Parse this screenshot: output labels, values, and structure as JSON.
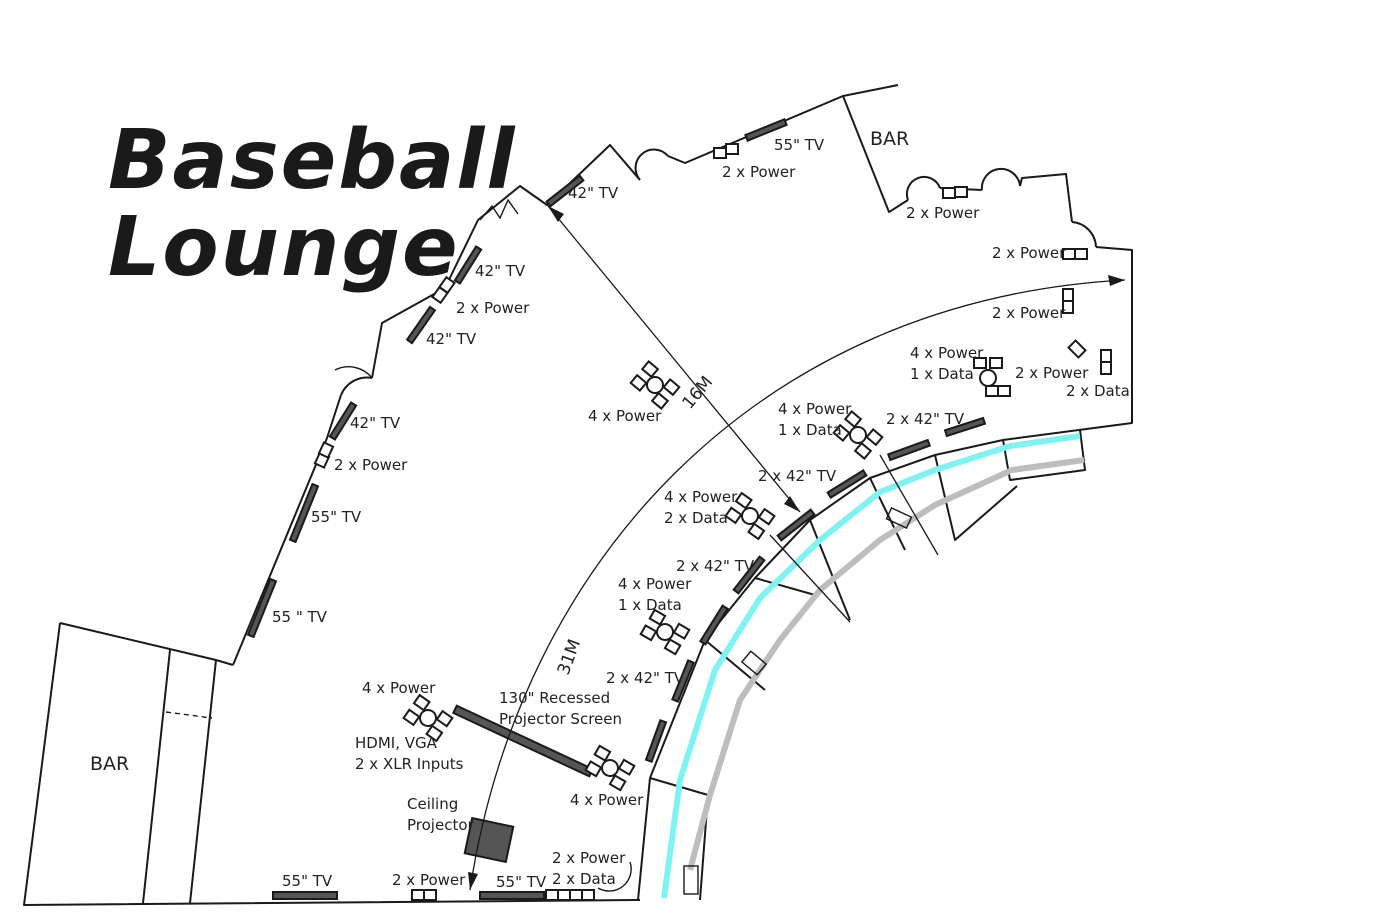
{
  "title": {
    "line1": "Baseball",
    "line2": "Lounge"
  },
  "dimensions": {
    "d16": "16M",
    "d31": "31M"
  },
  "labels": {
    "bar_top": "BAR",
    "bar_left": "BAR",
    "tv42_a": "42\" TV",
    "tv55_top": "55\" TV",
    "pwr_top": "2 x Power",
    "pwr_bar": "2 x Power",
    "pwr_right1": "2 x Power",
    "pwr_right2": "2 x Power",
    "tv42_b": "42\" TV",
    "pwr_wall1": "2 x Power",
    "tv42_c": "42\" TV",
    "pwr_center": "4 x Power",
    "pwr_data_a1": "4 x Power",
    "pwr_data_a2": "1 x Data",
    "pwr_data_b1": "2 x Power",
    "pwr_data_b2": "2 x Data",
    "tv42_d": "42\" TV",
    "pwr_wall2": "2 x Power",
    "tv55_a": "55\" TV",
    "pwr_data_c1": "4 x Power",
    "pwr_data_c2": "1 x Data",
    "tv2x42_a": "2 x 42\" TV",
    "tv2x42_b": "2 x 42\" TV",
    "pwr_data_d1": "4 x Power",
    "pwr_data_d2": "2 x Data",
    "tv2x42_c": "2 x 42\" TV",
    "pwr_data_e1": "4 x Power",
    "pwr_data_e2": "1 x Data",
    "tv55_b": "55 \" TV",
    "tv2x42_d": "2 x 42\" TV",
    "pwr_proj": "4 x Power",
    "proj_screen1": "130\" Recessed",
    "proj_screen2": "Projector Screen",
    "hdmi1": "HDMI, VGA",
    "hdmi2": "2 x XLR Inputs",
    "pwr_proj2": "4 x Power",
    "ceiling1": "Ceiling",
    "ceiling2": "Projector",
    "tv55_c": "55\" TV",
    "pwr_bottom": "2 x Power",
    "tv55_d": "55\" TV",
    "pwr_data_f1": "2 x Power",
    "pwr_data_f2": "2 x Data"
  }
}
